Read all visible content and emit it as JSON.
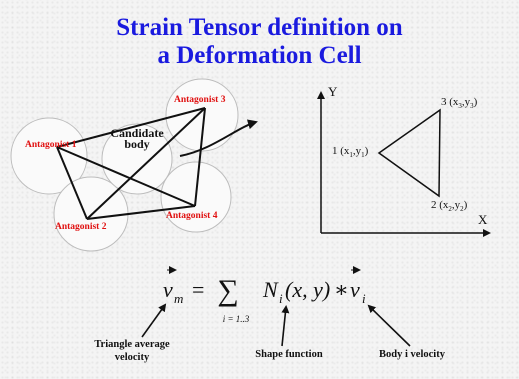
{
  "title": {
    "line1": "Strain Tensor definition on",
    "line2": "a Deformation Cell"
  },
  "cell": {
    "candidate_line1": "Candidate",
    "candidate_line2": "body",
    "antagonists": [
      "Antagonist 1",
      "Antagonist 2",
      "Antagonist 3",
      "Antagonist 4"
    ]
  },
  "plot": {
    "y_label": "Y",
    "x_label": "X",
    "vertex1": {
      "num": "1",
      "x": "x",
      "xsub": "1",
      "y": "y",
      "ysub": "1"
    },
    "vertex2": {
      "num": "2",
      "x": "x",
      "xsub": "2",
      "y": "y",
      "ysub": "2"
    },
    "vertex3": {
      "num": "3",
      "x": "x",
      "xsub": "3",
      "y": "y",
      "ysub": "3"
    }
  },
  "formula": {
    "lhs_v": "v",
    "lhs_sub": "m",
    "equals": "=",
    "sigma": "∑",
    "sum_range": "i = 1..3",
    "n": "N",
    "n_sub": "i",
    "args": "(x, y)",
    "times": "∗",
    "rhs_v": "v",
    "rhs_sub": "i"
  },
  "labels": {
    "triangle_avg_line1": "Triangle average",
    "triangle_avg_line2": "velocity",
    "shape_function": "Shape function",
    "body_velocity": "Body i velocity"
  },
  "colors": {
    "title": "#1a1adf",
    "antagonist_text": "#e01010",
    "ink": "#111111"
  }
}
